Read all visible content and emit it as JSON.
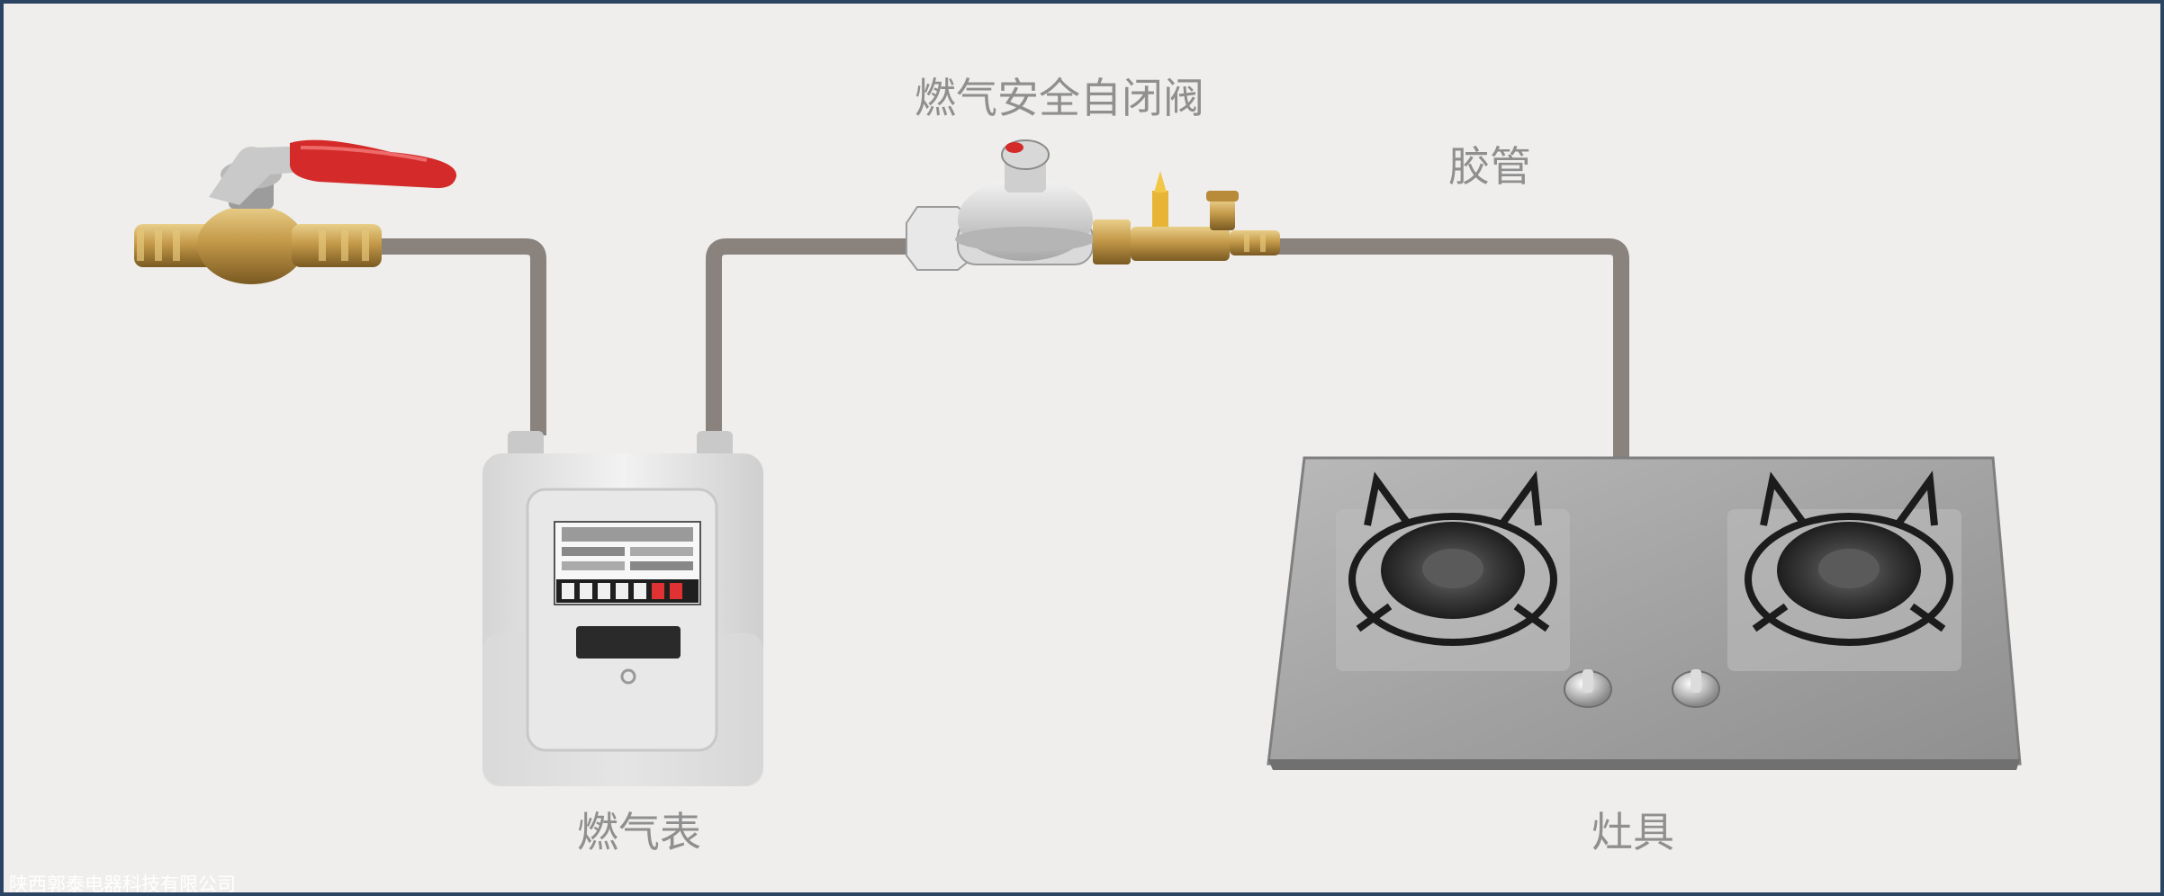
{
  "labels": {
    "safety_valve": "燃气安全自闭阀",
    "hose": "胶管",
    "gas_meter": "燃气表",
    "stove": "灶具"
  },
  "watermark": "陕西郭泰电器科技有限公司",
  "colors": {
    "frame": "#2b4462",
    "background": "#efeeec",
    "pipe": "#8a827c",
    "label_text": "#8f8f8f",
    "brass": "#c59a4a",
    "valve_handle": "#d42a2a",
    "stove_panel": "#a7a7a7",
    "meter_body": "#e6e6e6"
  },
  "components": {
    "ball_valve": "brass-ball-valve-icon",
    "gas_meter": "gas-meter-icon",
    "safety_valve": "safety-shutoff-valve-icon",
    "stove": "double-burner-gas-stove-icon"
  }
}
